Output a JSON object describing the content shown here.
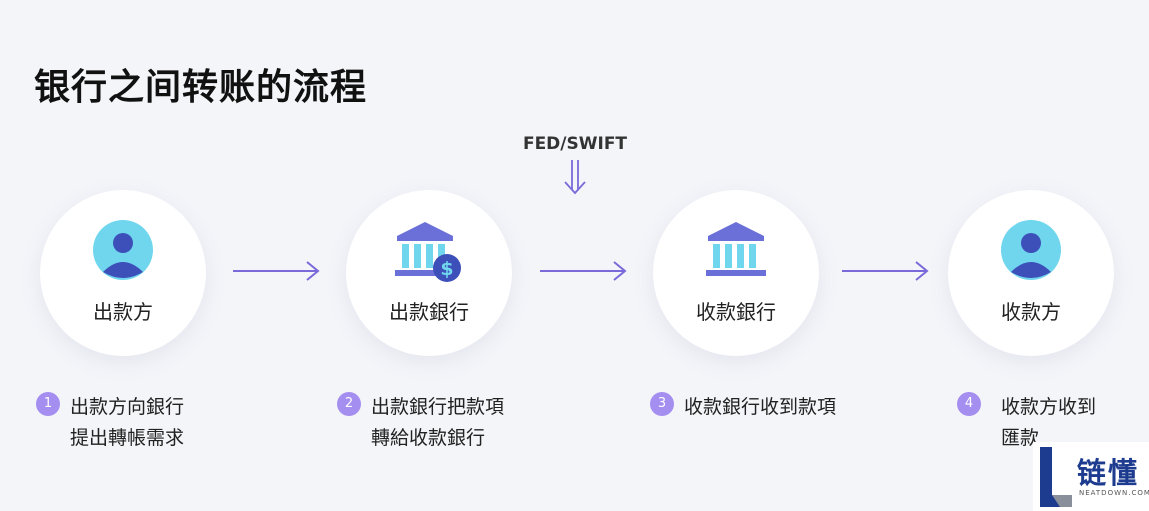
{
  "title": "银行之间转账的流程",
  "fed_label": "FED/SWIFT",
  "nodes": [
    {
      "label": "出款方",
      "icon": "person-icon"
    },
    {
      "label": "出款銀行",
      "icon": "bank-dollar-icon"
    },
    {
      "label": "收款銀行",
      "icon": "bank-icon"
    },
    {
      "label": "收款方",
      "icon": "person-icon"
    }
  ],
  "steps": [
    {
      "num": "1",
      "line1": "出款方向銀行",
      "line2": "提出轉帳需求"
    },
    {
      "num": "2",
      "line1": "出款銀行把款項",
      "line2": "轉給收款銀行"
    },
    {
      "num": "3",
      "line1": "收款銀行收到款項",
      "line2": ""
    },
    {
      "num": "4",
      "line1": "收款方收到",
      "line2": "匯款"
    }
  ],
  "watermark": {
    "brand": "链懂",
    "sub": "NEATDOWN.COM"
  },
  "colors": {
    "accent": "#7b68d9",
    "badge": "#a48ef0",
    "person_bg": "#6fd6ee",
    "bank": "#6b6fd8"
  }
}
